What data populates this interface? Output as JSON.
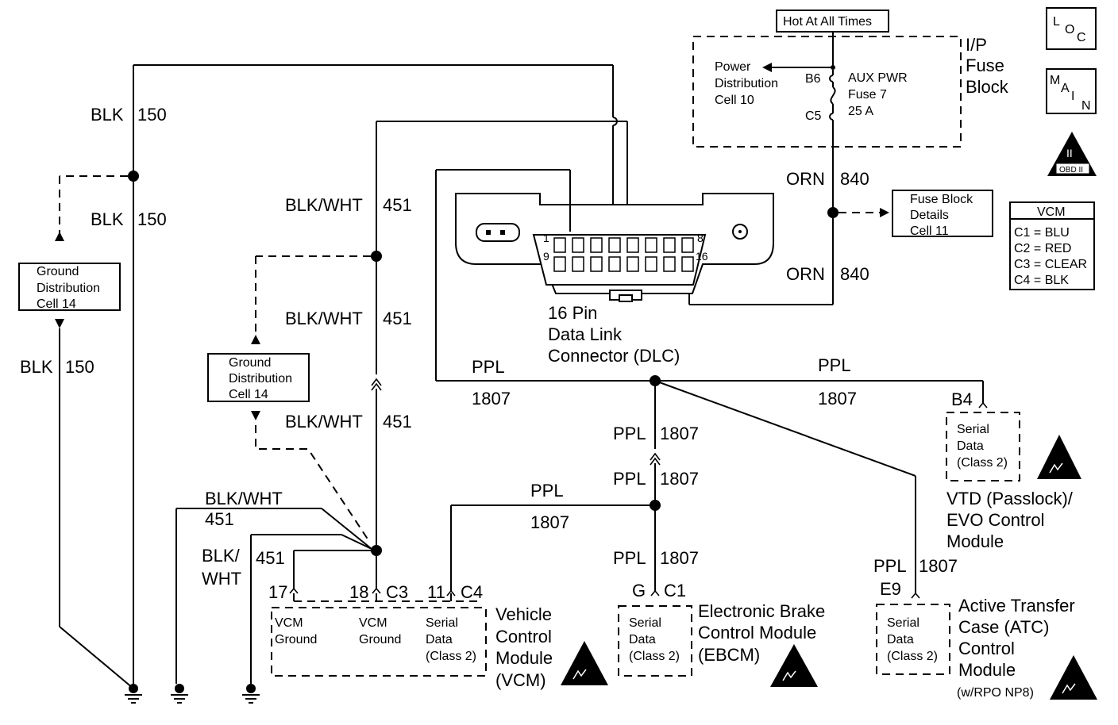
{
  "corner_icons": {
    "loc": [
      "L",
      "O",
      "C"
    ],
    "main": [
      "M",
      "A",
      "I",
      "N"
    ],
    "obd": [
      "II",
      "OBD II"
    ]
  },
  "hot_label": "Hot At All Times",
  "ip_fuse_block": {
    "title_lines": [
      "I/P",
      "Fuse",
      "Block"
    ],
    "power_dist_lines": [
      "Power",
      "Distribution",
      "Cell 10"
    ],
    "fuse_lines": [
      "AUX PWR",
      "Fuse 7",
      "25 A"
    ],
    "pin_top": "B6",
    "pin_bottom": "C5"
  },
  "vcm_legend": {
    "title": "VCM",
    "rows": [
      "C1 = BLU",
      "C2 = RED",
      "C3 = CLEAR",
      "C4 = BLK"
    ]
  },
  "fuse_details_lines": [
    "Fuse Block",
    "Details",
    "Cell 11"
  ],
  "wires": {
    "orn": "ORN",
    "orn_num": "840",
    "blk": "BLK",
    "blk_num": "150",
    "blkwht": "BLK/WHT",
    "blkwht_num": "451",
    "blk_split": "BLK/",
    "wht_split": "WHT",
    "ppl": "PPL",
    "ppl_num": "1807"
  },
  "ground_dist_lines": [
    "Ground",
    "Distribution",
    "Cell 14"
  ],
  "dlc": {
    "label_lines": [
      "16 Pin",
      "Data Link",
      "Connector (DLC)"
    ],
    "pins": [
      "1",
      "8",
      "9",
      "16"
    ]
  },
  "vcm_module": {
    "pins": [
      "17",
      "18",
      "C3",
      "11",
      "C4"
    ],
    "gnd1_lines": [
      "VCM",
      "Ground"
    ],
    "gnd2_lines": [
      "VCM",
      "Ground"
    ],
    "serial_lines": [
      "Serial",
      "Data",
      "(Class 2)"
    ],
    "name_lines": [
      "Vehicle",
      "Control",
      "Module",
      "(VCM)"
    ]
  },
  "ebcm": {
    "pins": [
      "G",
      "C1"
    ],
    "serial_lines": [
      "Serial",
      "Data",
      "(Class 2)"
    ],
    "name_lines": [
      "Electronic Brake",
      "Control Module",
      "(EBCM)"
    ]
  },
  "vtd": {
    "pin": "B4",
    "serial_lines": [
      "Serial",
      "Data",
      "(Class 2)"
    ],
    "name_lines": [
      "VTD (Passlock)/",
      "EVO Control",
      "Module"
    ]
  },
  "atc": {
    "pin": "E9",
    "serial_lines": [
      "Serial",
      "Data",
      "(Class 2)"
    ],
    "name_lines": [
      "Active Transfer",
      "Case (ATC)",
      "Control",
      "Module"
    ],
    "note": "(w/RPO NP8)"
  }
}
